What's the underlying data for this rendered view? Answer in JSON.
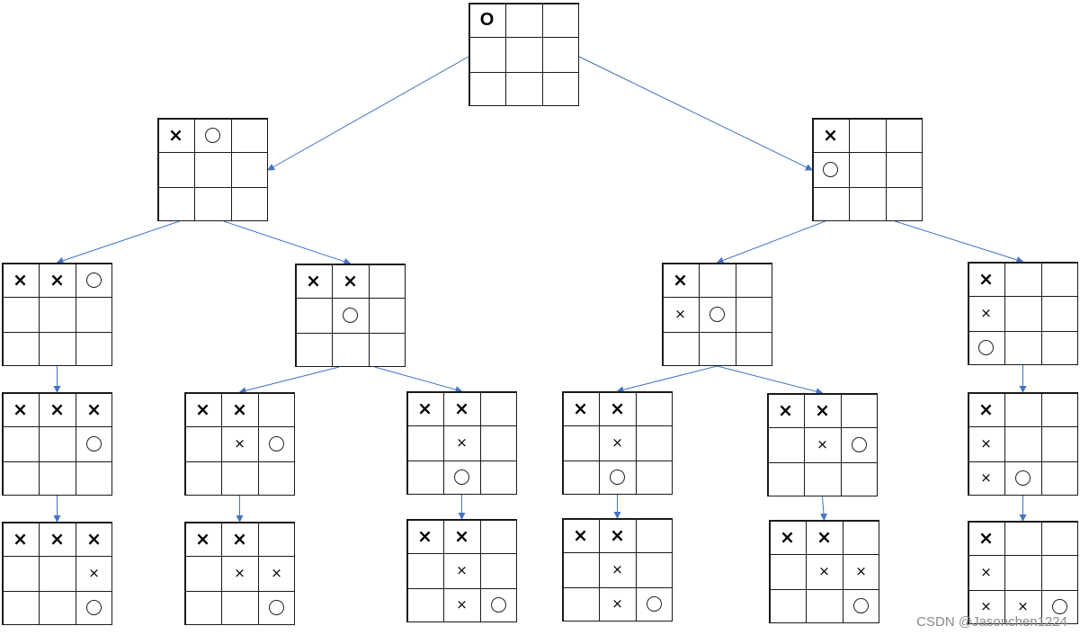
{
  "watermark": "CSDN @Jasonchen1224",
  "colors": {
    "edge": "#4472c4",
    "grid": "#1a1a1a",
    "mark": "#000000"
  },
  "boards": [
    {
      "id": "root",
      "cells": [
        "O",
        "",
        "",
        "",
        "",
        "",
        "",
        "",
        ""
      ]
    },
    {
      "id": "L1",
      "cells": [
        "X",
        "o",
        "",
        "",
        "",
        "",
        "",
        "",
        ""
      ]
    },
    {
      "id": "R1",
      "cells": [
        "X",
        "",
        "",
        "o",
        "",
        "",
        "",
        "",
        ""
      ]
    },
    {
      "id": "L1a",
      "cells": [
        "X",
        "X",
        "o",
        "",
        "",
        "",
        "",
        "",
        ""
      ]
    },
    {
      "id": "L1b",
      "cells": [
        "X",
        "X",
        "",
        "",
        "o",
        "",
        "",
        "",
        ""
      ]
    },
    {
      "id": "R1a",
      "cells": [
        "X",
        "",
        "",
        "x",
        "o",
        "",
        "",
        "",
        ""
      ]
    },
    {
      "id": "R1b",
      "cells": [
        "X",
        "",
        "",
        "x",
        "",
        "",
        "o",
        "",
        ""
      ]
    },
    {
      "id": "L1a1",
      "cells": [
        "X",
        "X",
        "X",
        "",
        "",
        "o",
        "",
        "",
        ""
      ]
    },
    {
      "id": "L1b1",
      "cells": [
        "X",
        "X",
        "",
        "",
        "x",
        "o",
        "",
        "",
        ""
      ]
    },
    {
      "id": "L1b2",
      "cells": [
        "X",
        "X",
        "",
        "",
        "x",
        "",
        "",
        "o",
        ""
      ]
    },
    {
      "id": "R1a1",
      "cells": [
        "X",
        "X",
        "",
        "",
        "x",
        "",
        "",
        "o",
        ""
      ]
    },
    {
      "id": "R1a2",
      "cells": [
        "X",
        "X",
        "",
        "",
        "x",
        "o",
        "",
        "",
        ""
      ]
    },
    {
      "id": "R1b1",
      "cells": [
        "X",
        "",
        "",
        "x",
        "",
        "",
        "x",
        "o",
        ""
      ]
    },
    {
      "id": "L1a1a",
      "cells": [
        "X",
        "X",
        "X",
        "",
        "",
        "x",
        "",
        "",
        "o"
      ]
    },
    {
      "id": "L1b1a",
      "cells": [
        "X",
        "X",
        "",
        "",
        "x",
        "x",
        "",
        "",
        "o"
      ]
    },
    {
      "id": "L1b2a",
      "cells": [
        "X",
        "X",
        "",
        "",
        "x",
        "",
        "",
        "x",
        "o"
      ]
    },
    {
      "id": "R1a1a",
      "cells": [
        "X",
        "X",
        "",
        "",
        "x",
        "",
        "",
        "x",
        "o"
      ]
    },
    {
      "id": "R1a2a",
      "cells": [
        "X",
        "X",
        "",
        "",
        "x",
        "x",
        "",
        "",
        "o"
      ]
    },
    {
      "id": "R1b1a",
      "cells": [
        "X",
        "",
        "",
        "x",
        "",
        "",
        "x",
        "x",
        "o"
      ]
    }
  ],
  "edges": [
    [
      "root",
      "L1"
    ],
    [
      "root",
      "R1"
    ],
    [
      "L1",
      "L1a"
    ],
    [
      "L1",
      "L1b"
    ],
    [
      "R1",
      "R1a"
    ],
    [
      "R1",
      "R1b"
    ],
    [
      "L1a",
      "L1a1"
    ],
    [
      "L1b",
      "L1b1"
    ],
    [
      "L1b",
      "L1b2"
    ],
    [
      "R1a",
      "R1a1"
    ],
    [
      "R1a",
      "R1a2"
    ],
    [
      "R1b",
      "R1b1"
    ],
    [
      "L1a1",
      "L1a1a"
    ],
    [
      "L1b1",
      "L1b1a"
    ],
    [
      "L1b2",
      "L1b2a"
    ],
    [
      "R1a1",
      "R1a1a"
    ],
    [
      "R1a2",
      "R1a2a"
    ],
    [
      "R1b1",
      "R1b1a"
    ]
  ]
}
